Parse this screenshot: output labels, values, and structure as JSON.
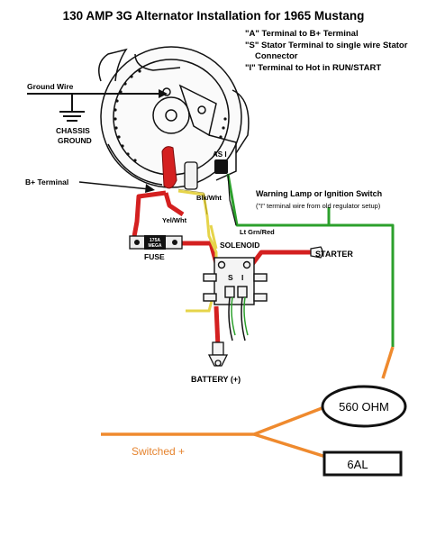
{
  "title": "130 AMP 3G Alternator Installation for 1965 Mustang",
  "legend": [
    "\"A\" Terminal to B+ Terminal",
    "\"S\" Stator Terminal to single wire Stator",
    "Connector",
    "\"I\" Terminal to Hot in RUN/START"
  ],
  "labels": {
    "ground_wire": "Ground Wire",
    "chassis": "CHASSIS",
    "ground": "GROUND",
    "b_plus_terminal": "B+ Terminal",
    "terminals_asi": "AS I",
    "blk_wht": "Blk/Wht",
    "yel_wht": "Yel/Wht",
    "lt_grn_red": "Lt Grn/Red",
    "warning_lamp_title": "Warning Lamp or Ignition Switch",
    "warning_lamp_sub": "(\"I\" terminal wire from old regulator setup)",
    "fuse_tag_line1": "175A",
    "fuse_tag_line2": "MEGA",
    "fuse": "FUSE",
    "solenoid": "SOLENOID",
    "solenoid_s": "S",
    "solenoid_i": "I",
    "starter": "STARTER",
    "battery": "BATTERY (+)",
    "resistor": "560 OHM",
    "switched": "Switched +",
    "box_6al": "6AL"
  },
  "colors": {
    "red_wire": "#d42020",
    "yellow_wire": "#e6d44a",
    "green_wire": "#2ca02c",
    "orange_wire": "#ef8a2e",
    "switched_text": "#e5832e",
    "outline": "#111111"
  }
}
